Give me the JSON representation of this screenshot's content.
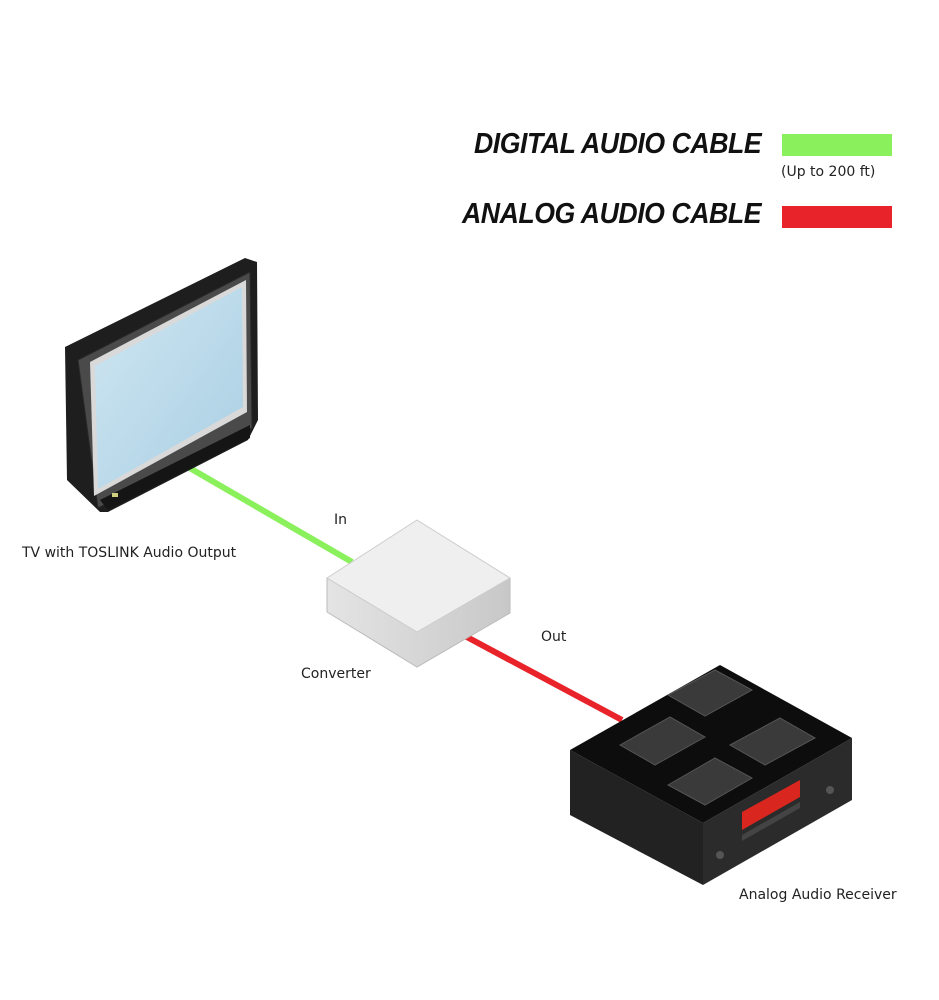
{
  "legend": {
    "digital": {
      "label": "DIGITAL AUDIO CABLE",
      "note": "(Up to 200 ft)",
      "color": "#8af05c"
    },
    "analog": {
      "label": "ANALOG AUDIO CABLE",
      "color": "#e8232a"
    }
  },
  "devices": {
    "tv": {
      "label": "TV with TOSLINK Audio Output"
    },
    "converter": {
      "label": "Converter",
      "in_label": "In",
      "out_label": "Out"
    },
    "receiver": {
      "label": "Analog Audio Receiver"
    }
  }
}
